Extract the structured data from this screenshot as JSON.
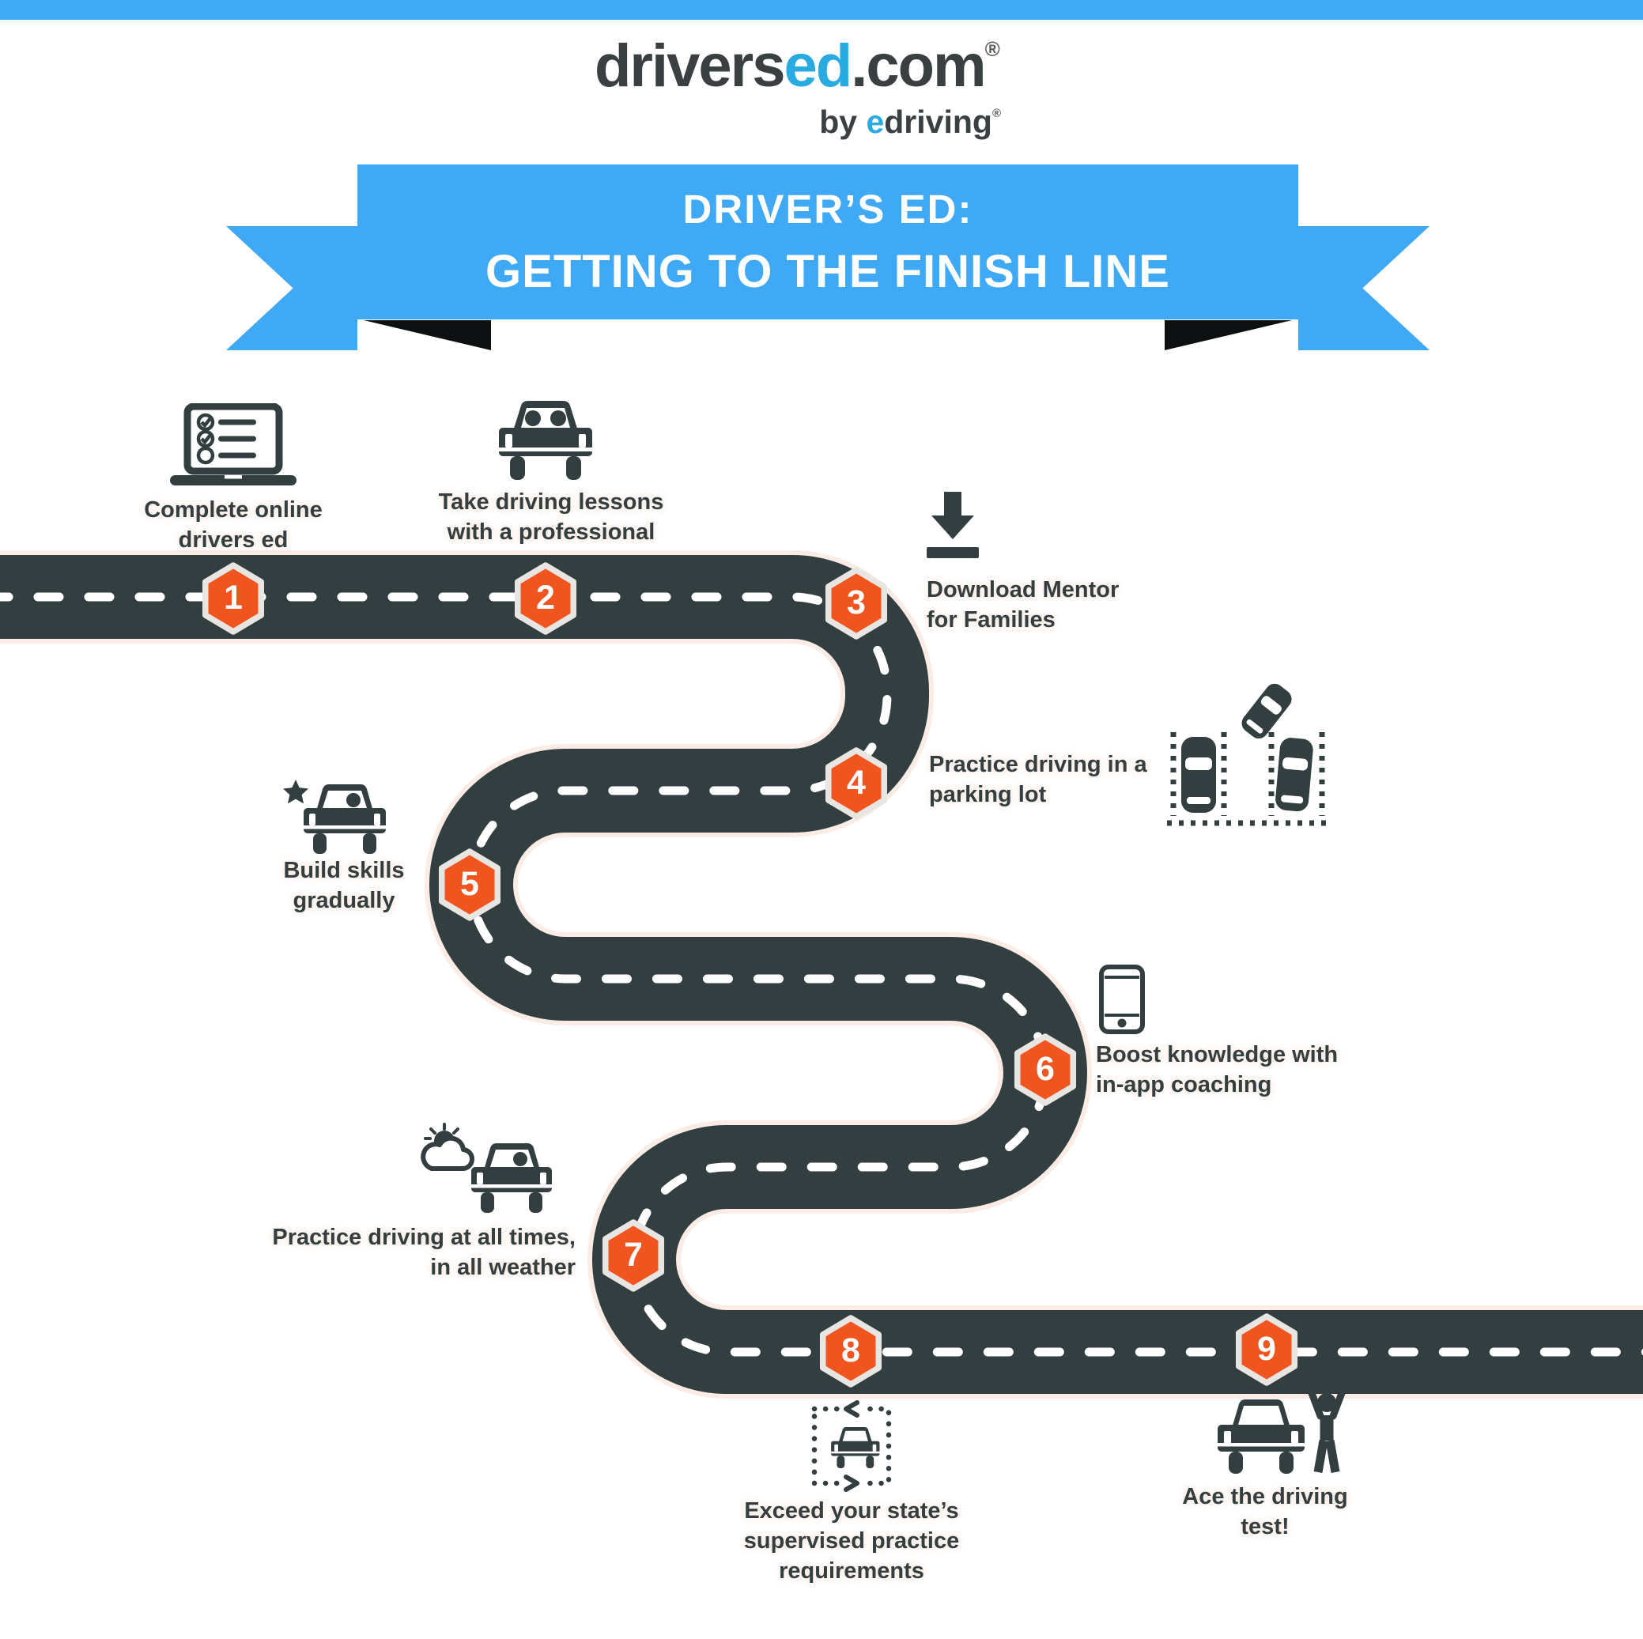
{
  "page": {
    "background": "#ffffff",
    "top_bar_color": "#3fa9f5"
  },
  "logo": {
    "part1": "drivers",
    "part2": "ed",
    "part3": ".com",
    "registered": "®",
    "byline_prefix": "by ",
    "byline_e": "e",
    "byline_rest": "driving",
    "byline_registered": "®",
    "brand_blue": "#29abe2",
    "brand_dark": "#3a4042"
  },
  "banner": {
    "line1": "DRIVER’S ED:",
    "line2": "GETTING TO THE FINISH LINE",
    "ribbon_color": "#3fa9f5",
    "fold_color": "#0c1011",
    "text_color": "#ffffff"
  },
  "road": {
    "color": "#333e40",
    "center_line_color": "#ffffff",
    "edge_glow_color": "#fbece6"
  },
  "marker": {
    "fill": "#f1551f",
    "border": "#e8e6e2",
    "number_color": "#ffffff"
  },
  "steps": [
    {
      "number": "1",
      "icon": "checklist-laptop",
      "label_lines": [
        "Complete online",
        "drivers ed"
      ]
    },
    {
      "number": "2",
      "icon": "car-with-passengers",
      "label_lines": [
        "Take driving lessons",
        "with a professional"
      ]
    },
    {
      "number": "3",
      "icon": "download-arrow",
      "label_lines": [
        "Download Mentor",
        "for Families"
      ]
    },
    {
      "number": "4",
      "icon": "parking-lot",
      "label_lines": [
        "Practice driving in a",
        "parking lot"
      ]
    },
    {
      "number": "5",
      "icon": "car-with-star",
      "label_lines": [
        "Build skills",
        "gradually"
      ]
    },
    {
      "number": "6",
      "icon": "smartphone",
      "label_lines": [
        "Boost knowledge with",
        "in-app coaching"
      ]
    },
    {
      "number": "7",
      "icon": "car-in-weather",
      "label_lines": [
        "Practice driving at all times,",
        "in all weather"
      ]
    },
    {
      "number": "8",
      "icon": "supervised-practice-loop",
      "label_lines": [
        "Exceed your state’s",
        "supervised practice",
        "requirements"
      ]
    },
    {
      "number": "9",
      "icon": "car-and-cheering-person",
      "label_lines": [
        "Ace the driving",
        "test!"
      ]
    }
  ]
}
